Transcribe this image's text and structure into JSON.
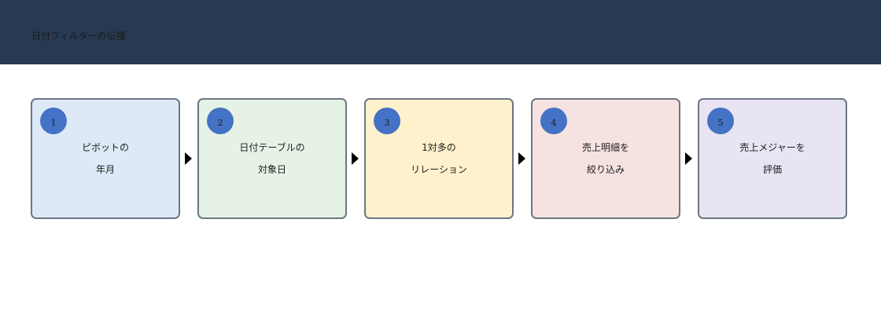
{
  "header": {
    "title": "日付フィルターの伝播"
  },
  "colors": {
    "header_bg": "#263a52",
    "badge_bg": "#4472c4",
    "step_border": "#6b7785"
  },
  "steps": [
    {
      "number": "1",
      "line1": "ピボットの",
      "line2": "年月",
      "fill": "#dde9f6"
    },
    {
      "number": "2",
      "line1": "日付テーブルの",
      "line2": "対象日",
      "fill": "#e7f2e6"
    },
    {
      "number": "3",
      "line1": "1対多の",
      "line2": "リレーション",
      "fill": "#fff1cc"
    },
    {
      "number": "4",
      "line1": "売上明細を",
      "line2": "絞り込み",
      "fill": "#f6e2e0"
    },
    {
      "number": "5",
      "line1": "売上メジャーを",
      "line2": "評価",
      "fill": "#e8e4f3"
    }
  ]
}
